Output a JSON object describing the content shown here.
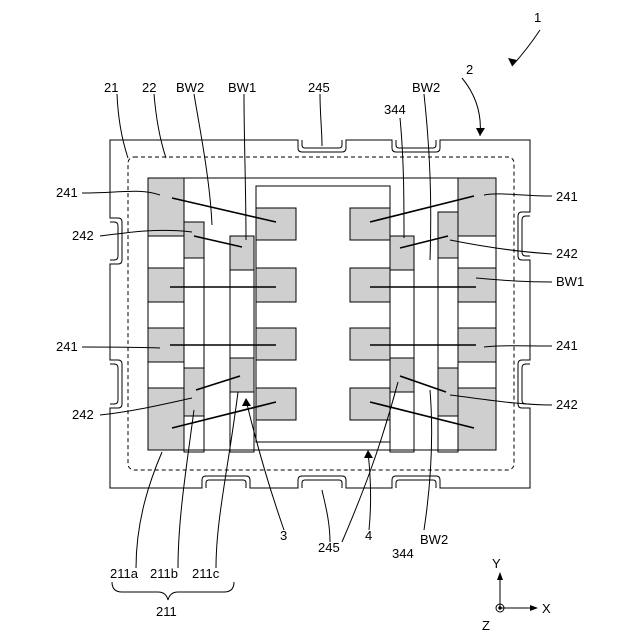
{
  "figure": {
    "labels": {
      "device": "1",
      "package": "2",
      "substrate": "21",
      "region": "22",
      "bw2_top_left": "BW2",
      "bw1_top": "BW1",
      "c245_top": "245",
      "bw2_top_right": "BW2",
      "c344_top": "344",
      "l241_tl": "241",
      "l242_l1": "242",
      "l241_l2": "241",
      "l242_l2": "242",
      "l241_r1": "241",
      "l242_r1": "242",
      "bw1_right": "BW1",
      "l241_r2": "241",
      "l242_r2": "242",
      "ref3": "3",
      "ref4": "4",
      "c245_bottom": "245",
      "c344_bottom": "344",
      "bw2_bottom": "BW2",
      "l211a": "211a",
      "l211b": "211b",
      "l211c": "211c",
      "l211": "211"
    },
    "axes": {
      "y": "Y",
      "x": "X",
      "z": "Z"
    }
  }
}
